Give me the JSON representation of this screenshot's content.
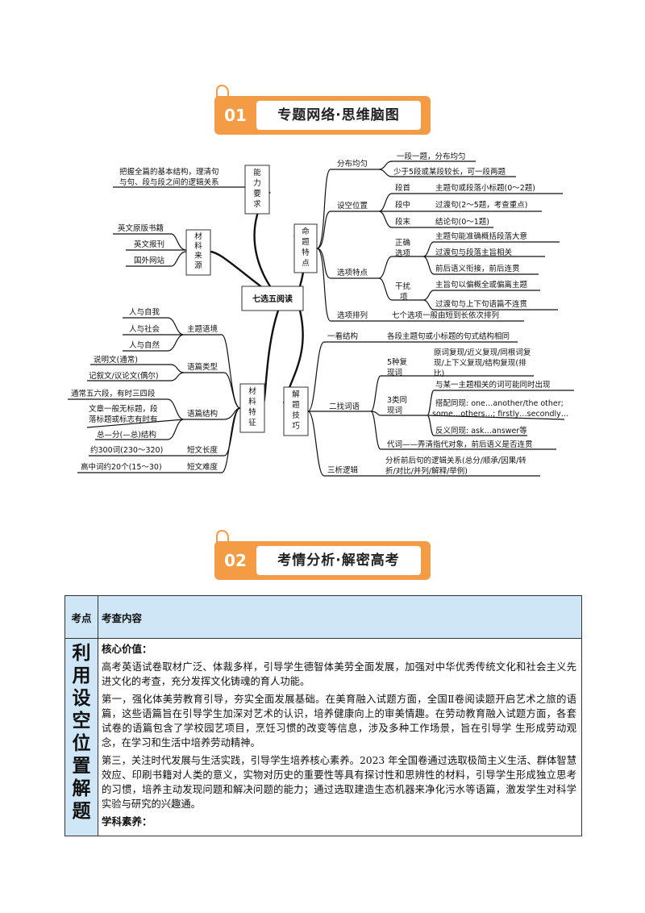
{
  "section1": {
    "num": "01",
    "title": "专题网络·思维脑图"
  },
  "section2": {
    "num": "02",
    "title": "考情分析·解密高考"
  },
  "mindmap": {
    "center": "七选五阅读",
    "ability": {
      "label": "能\n力\n要\n求",
      "text1": "把握全篇的基本结构，理清句",
      "text2": "与句、段与段之间的逻辑关系"
    },
    "source": {
      "label": "材\n料\n来\n源",
      "items": [
        "英文原版书籍",
        "英文报刊",
        "国外网站"
      ]
    },
    "proposition": {
      "label": "命\n题\n特\n点",
      "distribution": {
        "label": "分布均匀",
        "items": [
          "一段一题，分布均匀",
          "少于5段或某段较长，可一段两题"
        ]
      },
      "position": {
        "label": "设空位置",
        "rows": [
          {
            "k": "段首",
            "v": "主题句或段落小标题(0～2题)"
          },
          {
            "k": "段中",
            "v": "过渡句(2～5题，考查重点)"
          },
          {
            "k": "段末",
            "v": "结论句(0～1题)"
          }
        ]
      },
      "options": {
        "label": "选项特点",
        "correct": {
          "label": "正确\n选项",
          "items": [
            "主题句能准确概括段落大意",
            "过渡句与段落主旨相关",
            "前后语义衔接，前后连贯"
          ]
        },
        "distract": {
          "label": "干扰\n项",
          "items": [
            "主旨句以偏概全或偏离主题",
            "过渡句与上下句语篇不连贯"
          ]
        }
      },
      "arrange": {
        "label": "选项排列",
        "text": "七个选项一般由短到长依次排列"
      }
    },
    "material": {
      "label": "材\n料\n特\n征",
      "theme": {
        "label": "主题语境",
        "items": [
          "人与自我",
          "人与社会",
          "人与自然"
        ]
      },
      "genre": {
        "label": "语篇类型",
        "items": [
          "说明文(通常)",
          "记叙文/议论文(偶尔)"
        ]
      },
      "structure": {
        "label": "语篇结构",
        "items": [
          "通常五六段，有时三四段",
          "文章一般无标题，段\n落标题或标志有时有",
          "总—分(—总)结构"
        ]
      },
      "length": {
        "label": "短文长度",
        "text": "约300词(230～320)"
      },
      "difficulty": {
        "label": "短文难度",
        "text": "高中词约20个(15～30)"
      }
    },
    "skills": {
      "label": "解\n题\n技\n巧",
      "s1": {
        "label": "一看结构",
        "text": "各段主题句或小标题的句式结构相同"
      },
      "s2": {
        "label": "二找词语",
        "five": {
          "label": "5种复\n现词",
          "text": "原词复现/近义复现/同根词复\n现/上下义复现/结构复现(排\n比)"
        },
        "three": {
          "label": "3类同\n现词",
          "items": [
            "与某一主题相关的词可能同时出现",
            "搭配同现: one…another/the other;\nsome…others…; firstly…secondly…",
            "反义同现: ask…answer等"
          ]
        },
        "pronoun": "代词——弄清指代对象，前后语义是否连贯"
      },
      "s3": {
        "label": "三析逻辑",
        "text": "分析前后句的逻辑关系(总分/顺承/因果/转\n折/对比/并列/解释/举例)"
      }
    }
  },
  "table": {
    "header": {
      "col1": "考点",
      "col2": "考查内容"
    },
    "point": "利用设空位置解题",
    "core_title": "核心价值：",
    "paras": [
      "高考英语试卷取材广泛、体裁多样，引导学生德智体美劳全面发展，加强对中华优秀传统文化和社会主义先进文化的考查，充分发挥文化铸魂的育人功能。",
      "第一，强化体美劳教育引导，夯实全面发展基础。在美育融入试题方面，全国Ⅱ卷阅读题开启艺术之旅的语篇，这些语篇旨在引导学生加深对艺术的认识，培养健康向上的审美情趣。在劳动教育融入试题方面，各套试卷的语篇包含了学校园艺项目，烹饪习惯的改变等信息，涉及多种工作场景，旨在引导学 生形成劳动观念，在学习和生活中培养劳动精神。",
      "第三，关注时代发展与生活实践，引导学生培养核心素养。2023 年全国卷通过选取极简主义生活、群体智慧效应、印刷书籍对人类的意义，实物对历史的重要性等具有探讨性和思辨性的材料，引导学生形成独立思考的习惯，培养主动发现问题和解决问题的能力；通过选取建造生态机器来净化污水等语篇，激发学生对科学实验与研究的兴趣通。"
    ],
    "literacy_title": "学科素养："
  }
}
